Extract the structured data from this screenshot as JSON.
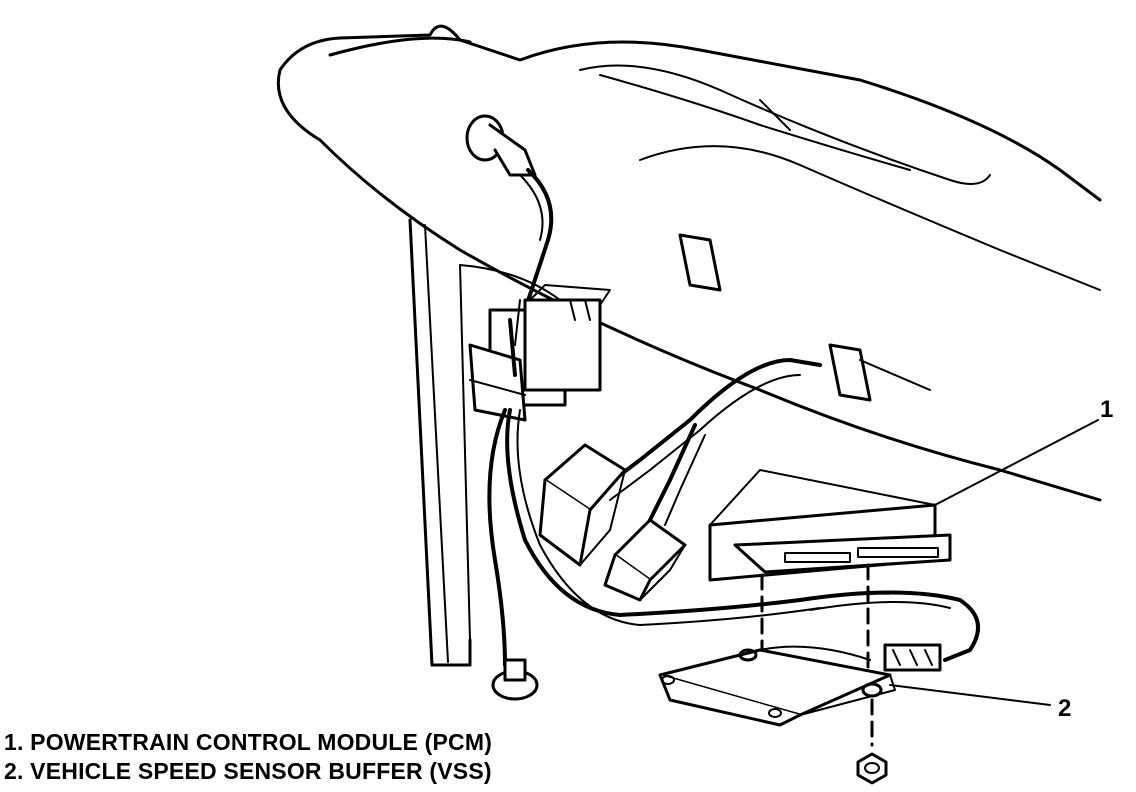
{
  "callouts": {
    "pcm": "1",
    "vss": "2"
  },
  "legend": {
    "item1": "1. POWERTRAIN CONTROL MODULE (PCM)",
    "item2": "2. VEHICLE SPEED SENSOR BUFFER (VSS)"
  }
}
